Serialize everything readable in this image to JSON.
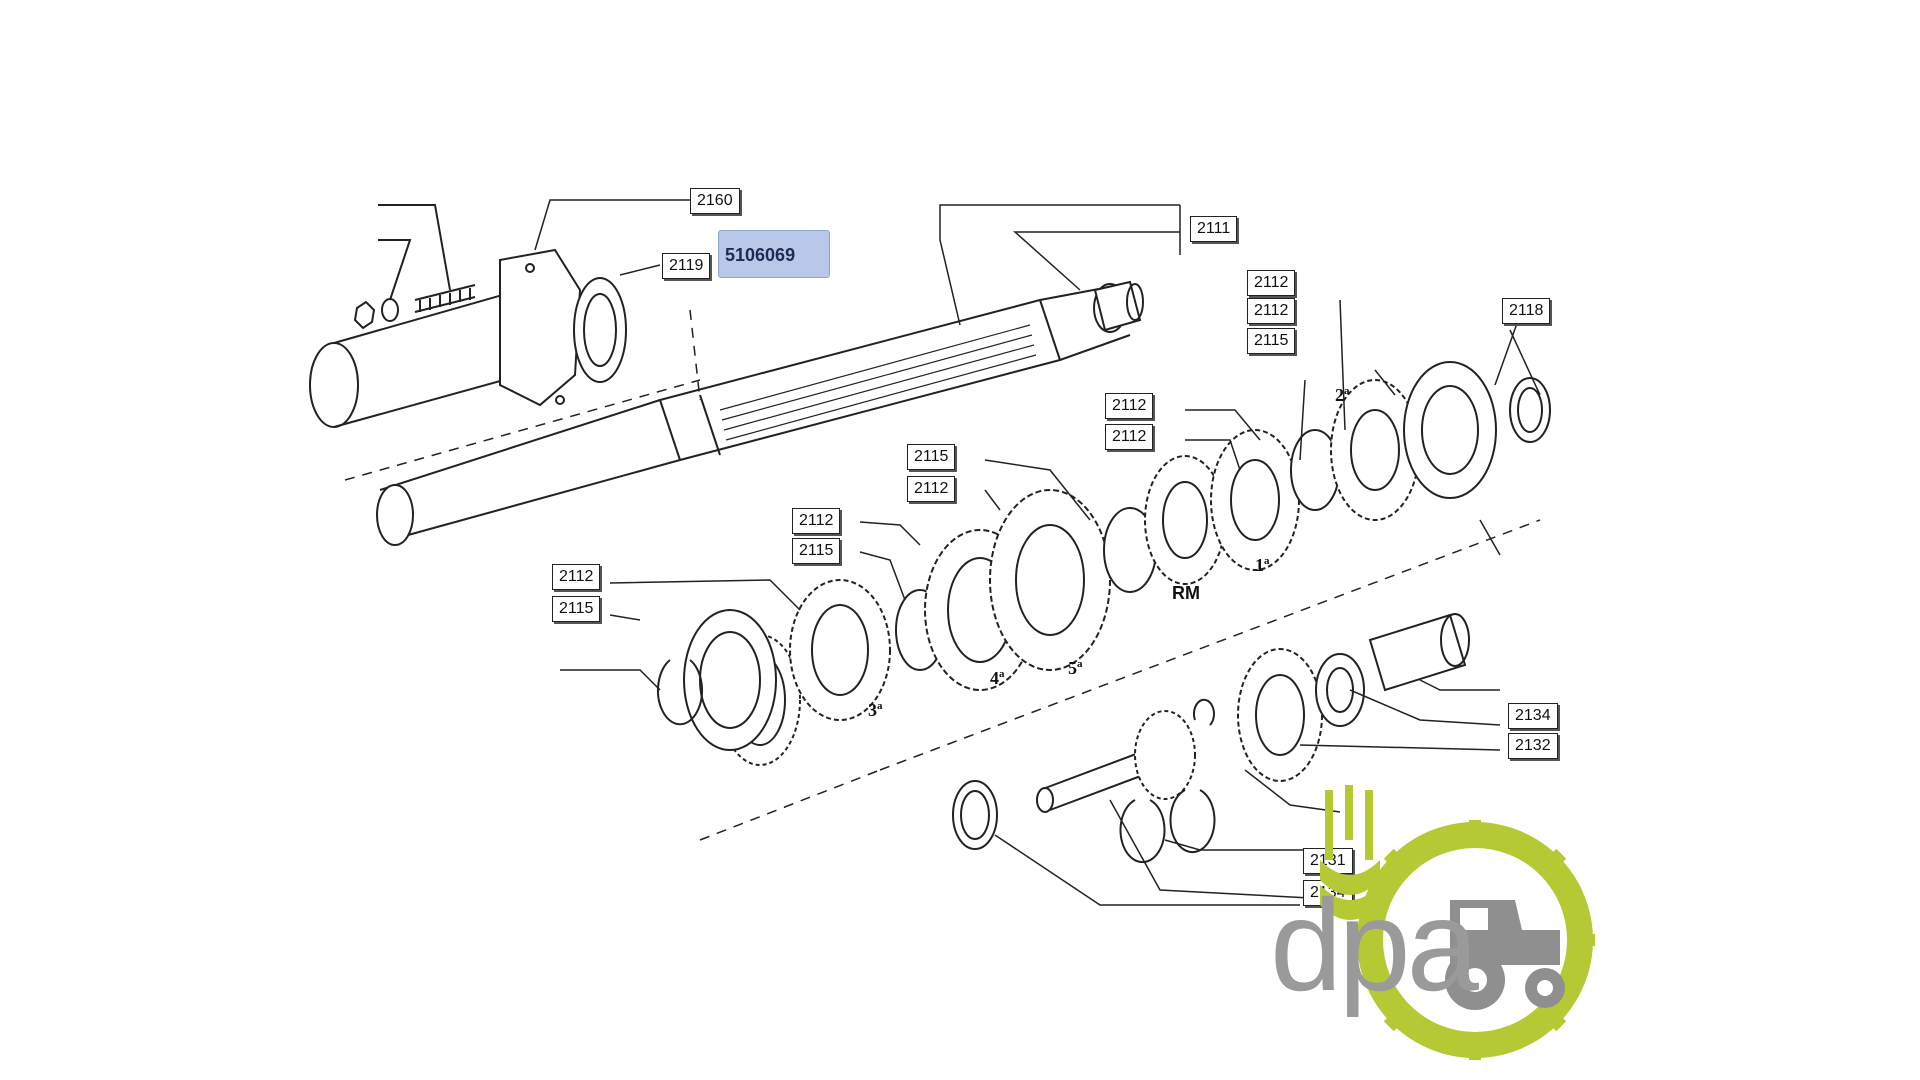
{
  "diagram": {
    "highlight_part": "5106069",
    "callouts": [
      {
        "id": "c2160",
        "label": "2160"
      },
      {
        "id": "c2119",
        "label": "2119"
      },
      {
        "id": "c2111",
        "label": "2111"
      },
      {
        "id": "c2118",
        "label": "2118"
      },
      {
        "id": "c2112a",
        "label": "2112"
      },
      {
        "id": "c2112b",
        "label": "2112"
      },
      {
        "id": "c2115a",
        "label": "2115"
      },
      {
        "id": "c2112c",
        "label": "2112"
      },
      {
        "id": "c2112d",
        "label": "2112"
      },
      {
        "id": "c2115b",
        "label": "2115"
      },
      {
        "id": "c2112e",
        "label": "2112"
      },
      {
        "id": "c2112f",
        "label": "2112"
      },
      {
        "id": "c2115c",
        "label": "2115"
      },
      {
        "id": "c2112g",
        "label": "2112"
      },
      {
        "id": "c2115d",
        "label": "2115"
      },
      {
        "id": "c2134a",
        "label": "2134"
      },
      {
        "id": "c2132",
        "label": "2132"
      },
      {
        "id": "c2131",
        "label": "2131"
      },
      {
        "id": "c2134b",
        "label": "2134"
      }
    ],
    "gear_labels": {
      "g1": {
        "num": "1",
        "sup": "a"
      },
      "g2": {
        "num": "2",
        "sup": "a"
      },
      "g3": {
        "num": "3",
        "sup": "a"
      },
      "g4": {
        "num": "4",
        "sup": "a"
      },
      "g5": {
        "num": "5",
        "sup": "a"
      },
      "rm": "RM"
    }
  },
  "logo": {
    "text": "dpa",
    "colors": {
      "ring": "#b5c934",
      "wheat": "#b5c934",
      "text": "#9a9a9a",
      "tractor": "#8f8f8f"
    }
  }
}
